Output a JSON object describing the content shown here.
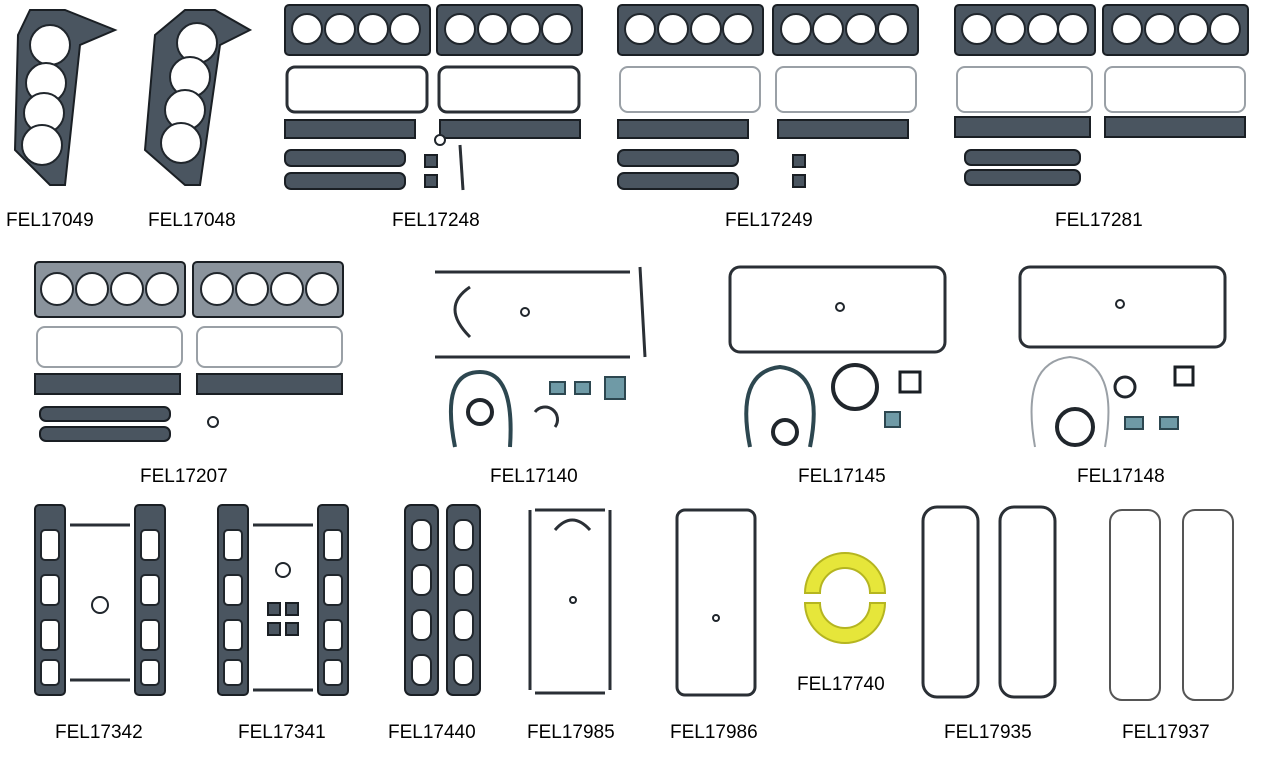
{
  "labels": {
    "fel17049": "FEL17049",
    "fel17048": "FEL17048",
    "fel17248": "FEL17248",
    "fel17249": "FEL17249",
    "fel17281": "FEL17281",
    "fel17207": "FEL17207",
    "fel17140": "FEL17140",
    "fel17145": "FEL17145",
    "fel17148": "FEL17148",
    "fel17342": "FEL17342",
    "fel17341": "FEL17341",
    "fel17440": "FEL17440",
    "fel17985": "FEL17985",
    "fel17986": "FEL17986",
    "fel17740": "FEL17740",
    "fel17935": "FEL17935",
    "fel17937": "FEL17937"
  },
  "colors": {
    "gasket_dark": "#4a5560",
    "gasket_teal": "#6f9aa6",
    "seal_yellow": "#e6e63a"
  }
}
